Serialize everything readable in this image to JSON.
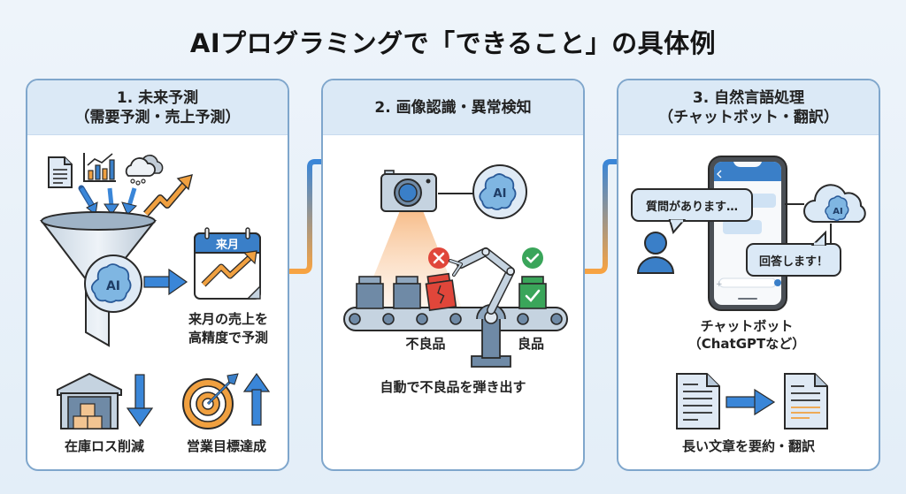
{
  "title": "AIプログラミングで「できること」の具体例",
  "colors": {
    "accent_blue": "#3a7fc8",
    "accent_orange": "#f0a040",
    "header_bg": "#dbe9f6",
    "border": "#7fa6cc",
    "reject_red": "#e0463a",
    "ok_green": "#3aa55a"
  },
  "panels": [
    {
      "number": "1.",
      "title": "未来予測",
      "subtitle": "（需要予測・売上予測）",
      "calendar_label": "来月",
      "ai_label": "AI",
      "forecast_caption_line1": "来月の売上を",
      "forecast_caption_line2": "高精度で予測",
      "benefits": [
        {
          "icon": "warehouse-icon",
          "arrow": "down",
          "label": "在庫ロス削減"
        },
        {
          "icon": "target-icon",
          "arrow": "up",
          "label": "営業目標達成"
        }
      ],
      "inputs": [
        "document-icon",
        "bar-chart-icon",
        "rain-cloud-icon"
      ]
    },
    {
      "number": "2.",
      "title": "画像認識・異常検知",
      "ai_label": "AI",
      "reject_label": "不良品",
      "accept_label": "良品",
      "caption": "自動で不良品を弾き出す"
    },
    {
      "number": "3.",
      "title": "自然言語処理",
      "subtitle": "（チャットボット・翻訳）",
      "ai_label": "AI",
      "user_bubble": "質問があります…",
      "ai_bubble": "回答します！",
      "chatbot_caption_line1": "チャットボット",
      "chatbot_caption_line2": "（ChatGPTなど）",
      "summary_caption": "長い文章を要約・翻訳"
    }
  ]
}
